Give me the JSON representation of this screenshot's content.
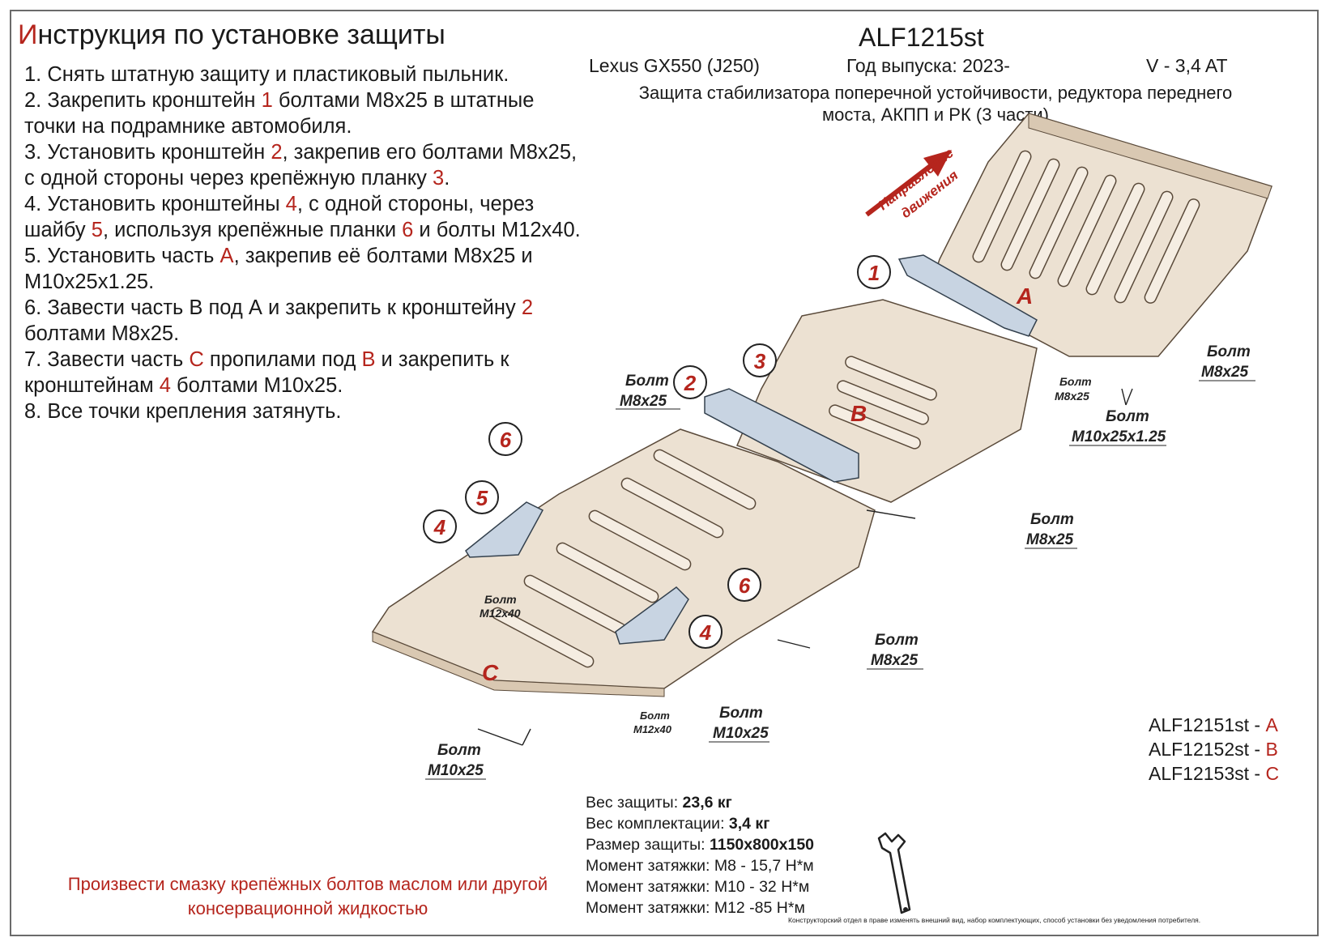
{
  "header": {
    "title_first": "И",
    "title_rest": "нструкция по установке защиты",
    "article": "ALF1215st",
    "model": "Lexus GX550 (J250)",
    "year": "Год выпуска: 2023-",
    "engine": "V - 3,4 AT",
    "description": "Защита стабилизатора поперечной устойчивости, редуктора переднего моста, АКПП и РК (3 части)"
  },
  "steps": [
    {
      "a": "1. Снять штатную защиту и пластиковый пыльник."
    },
    {
      "a": "2. Закрепить кронштейн ",
      "r1": "1",
      "b": " болтами М8х25 в штатные"
    },
    {
      "a": "точки на подрамнике автомобиля."
    },
    {
      "a": "3. Установить кронштейн ",
      "r1": "2",
      "b": ", закрепив его болтами М8х25,"
    },
    {
      "a": "с одной стороны через крепёжную планку ",
      "r1": "3",
      "b": "."
    },
    {
      "a": "4. Установить кронштейны ",
      "r1": "4",
      "b": ", с одной стороны, через"
    },
    {
      "a": "шайбу ",
      "r1": "5",
      "b": ", используя крепёжные планки ",
      "r2": "6",
      "c": " и болты М12х40."
    },
    {
      "a": "5. Установить часть ",
      "r1": "А",
      "b": ", закрепив её болтами М8х25 и"
    },
    {
      "a": "М10х25х1.25."
    },
    {
      "a": "6. Завести часть В под А и закрепить к кронштейну ",
      "r1": "2"
    },
    {
      "a": "болтами М8х25."
    },
    {
      "a": "7. Завести часть ",
      "r1": "С",
      "b": " пропилами под ",
      "r2": "В",
      "c": " и закрепить к"
    },
    {
      "a": "кронштейнам ",
      "r1": "4",
      "b": " болтами М10х25."
    },
    {
      "a": "8. Все точки крепления затянуть."
    }
  ],
  "diagram": {
    "direction_line1": "Направление",
    "direction_line2": "движения",
    "part_a": "A",
    "part_b": "B",
    "part_c": "C",
    "callouts": [
      "1",
      "2",
      "3",
      "4",
      "4",
      "5",
      "6",
      "6"
    ],
    "bolt_word": "Болт",
    "bolt_m8": "М8х25",
    "bolt_m10x125": "М10х25х1.25",
    "bolt_m10": "М10х25",
    "bolt_m12": "М12х40",
    "colors": {
      "plate": "#ece1d2",
      "bracket": "#c8d4e2",
      "accent": "#b5251d"
    }
  },
  "parts": [
    {
      "code": "ALF12151st - ",
      "letter": "А"
    },
    {
      "code": "ALF12152st - ",
      "letter": "В"
    },
    {
      "code": "ALF12153st - ",
      "letter": "С"
    }
  ],
  "specs": {
    "weight_label": "Вес защиты: ",
    "weight_value": "23,6 кг",
    "kit_label": "Вес комплектации: ",
    "kit_value": "3,4 кг",
    "size_label": "Размер защиты: ",
    "size_value": "1150х800х150",
    "torque_m8": "Момент затяжки: М8 - 15,7 Н*м",
    "torque_m10": "Момент затяжки: М10 - 32 Н*м",
    "torque_m12": "Момент затяжки: М12 -85 Н*м"
  },
  "note": "Произвести смазку крепёжных болтов маслом или другой консервационной жидкостью",
  "disclaimer": "Конструкторский отдел в праве изменять внешний вид, набор комплектующих, способ установки без уведомления потребителя."
}
